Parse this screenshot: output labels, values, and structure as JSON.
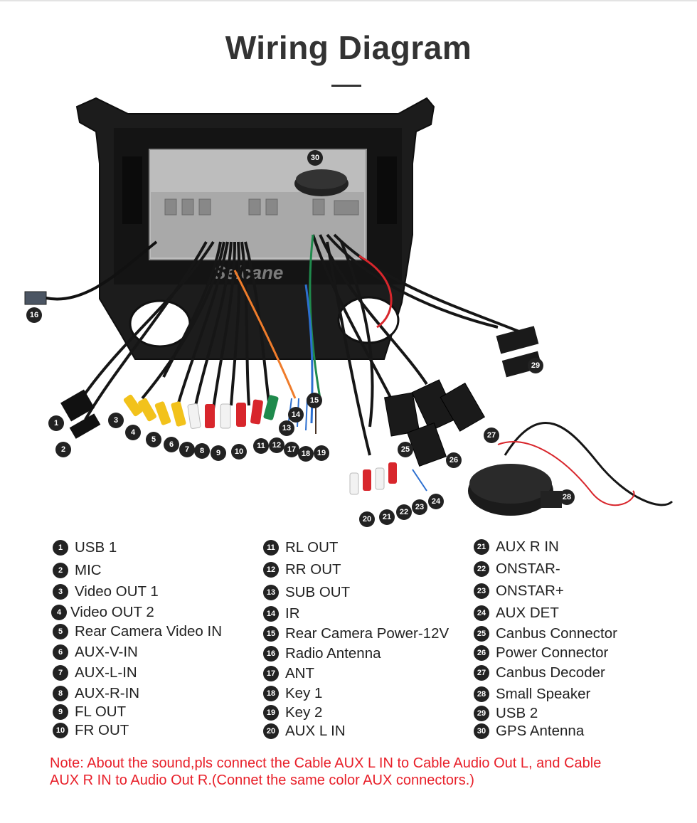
{
  "title": "Wiring Diagram",
  "watermark": "Seicane",
  "colors": {
    "title": "#333333",
    "note": "#e8202a",
    "badge": "#222222",
    "rca_red": "#d8262c",
    "rca_yellow": "#f2c21b",
    "rca_white": "#f2f2f2",
    "rca_green": "#1f8a4c"
  },
  "photo_callouts": [
    "1",
    "2",
    "3",
    "4",
    "5",
    "6",
    "7",
    "8",
    "9",
    "10",
    "11",
    "12",
    "13",
    "14",
    "15",
    "16",
    "17",
    "18",
    "19",
    "20",
    "21",
    "22",
    "23",
    "24",
    "25",
    "26",
    "27",
    "28",
    "29",
    "30"
  ],
  "legend": [
    {
      "num": "1",
      "label": "USB 1"
    },
    {
      "num": "2",
      "label": "MIC"
    },
    {
      "num": "3",
      "label": "Video OUT 1"
    },
    {
      "num": "4",
      "label": "Video OUT 2"
    },
    {
      "num": "5",
      "label": "Rear Camera Video IN"
    },
    {
      "num": "6",
      "label": "AUX-V-IN"
    },
    {
      "num": "7",
      "label": "AUX-L-IN"
    },
    {
      "num": "8",
      "label": "AUX-R-IN"
    },
    {
      "num": "9",
      "label": "FL OUT"
    },
    {
      "num": "10",
      "label": "FR OUT"
    },
    {
      "num": "11",
      "label": "RL OUT"
    },
    {
      "num": "12",
      "label": "RR OUT"
    },
    {
      "num": "13",
      "label": "SUB OUT"
    },
    {
      "num": "14",
      "label": "IR"
    },
    {
      "num": "15",
      "label": "Rear Camera Power-12V"
    },
    {
      "num": "16",
      "label": "Radio Antenna"
    },
    {
      "num": "17",
      "label": "ANT"
    },
    {
      "num": "18",
      "label": "Key 1"
    },
    {
      "num": "19",
      "label": "Key 2"
    },
    {
      "num": "20",
      "label": "AUX L IN"
    },
    {
      "num": "21",
      "label": "AUX R IN"
    },
    {
      "num": "22",
      "label": "ONSTAR-"
    },
    {
      "num": "23",
      "label": "ONSTAR+"
    },
    {
      "num": "24",
      "label": "AUX DET"
    },
    {
      "num": "25",
      "label": "Canbus Connector"
    },
    {
      "num": "26",
      "label": "Power Connector"
    },
    {
      "num": "27",
      "label": "Canbus Decoder"
    },
    {
      "num": "28",
      "label": "Small Speaker"
    },
    {
      "num": "29",
      "label": "USB 2"
    },
    {
      "num": "30",
      "label": "GPS Antenna"
    }
  ],
  "note": {
    "line1": "Note: About the sound,pls connect the Cable AUX L IN to Cable Audio Out L, and Cable",
    "line2": "AUX R IN to  Audio Out R.(Connet the same color AUX connectors.)"
  }
}
